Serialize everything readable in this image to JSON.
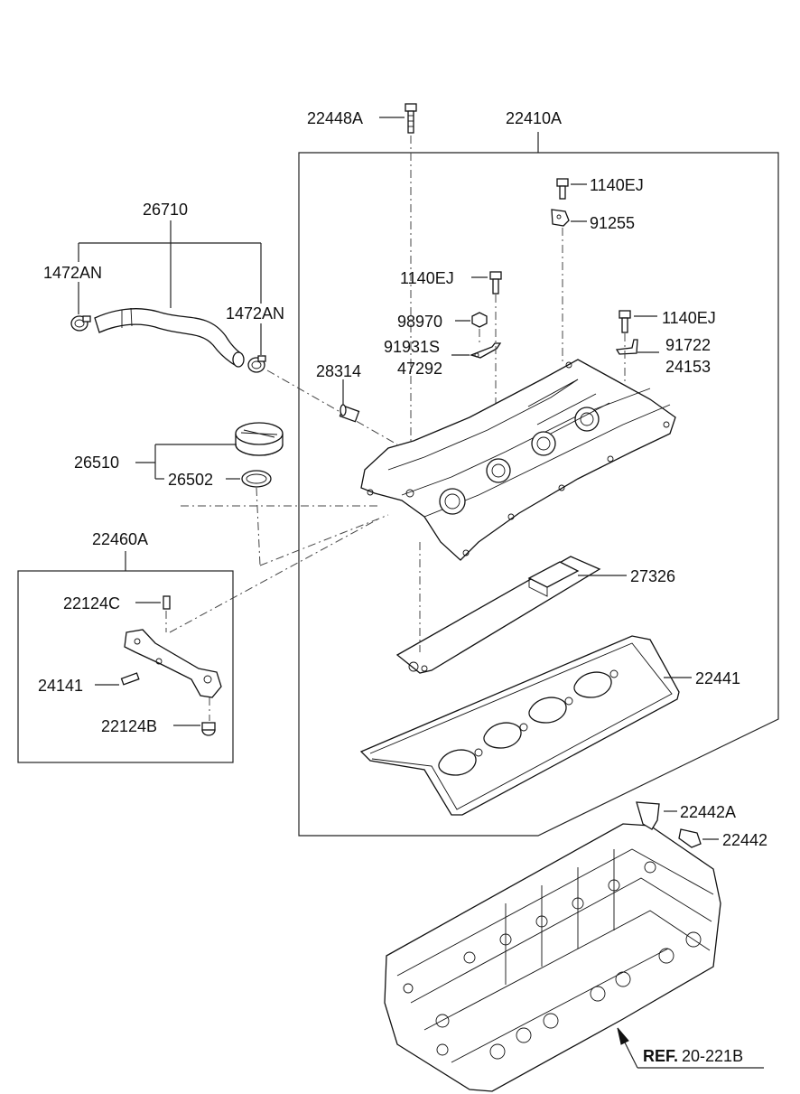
{
  "labels": {
    "p22448A": "22448A",
    "p22410A": "22410A",
    "p1140EJ_a": "1140EJ",
    "p91255": "91255",
    "p26710": "26710",
    "p1472AN_a": "1472AN",
    "p1472AN_b": "1472AN",
    "p1140EJ_b": "1140EJ",
    "p98970": "98970",
    "p91931S": "91931S",
    "p47292": "47292",
    "p1140EJ_c": "1140EJ",
    "p91722": "91722",
    "p24153": "24153",
    "p28314": "28314",
    "p26510": "26510",
    "p26502": "26502",
    "p22460A": "22460A",
    "p22124C": "22124C",
    "p24141": "24141",
    "p22124B": "22124B",
    "p27326": "27326",
    "p22441": "22441",
    "p22442A": "22442A",
    "p22442": "22442"
  },
  "reference": {
    "prefix": "REF.",
    "code": "20-221B"
  }
}
